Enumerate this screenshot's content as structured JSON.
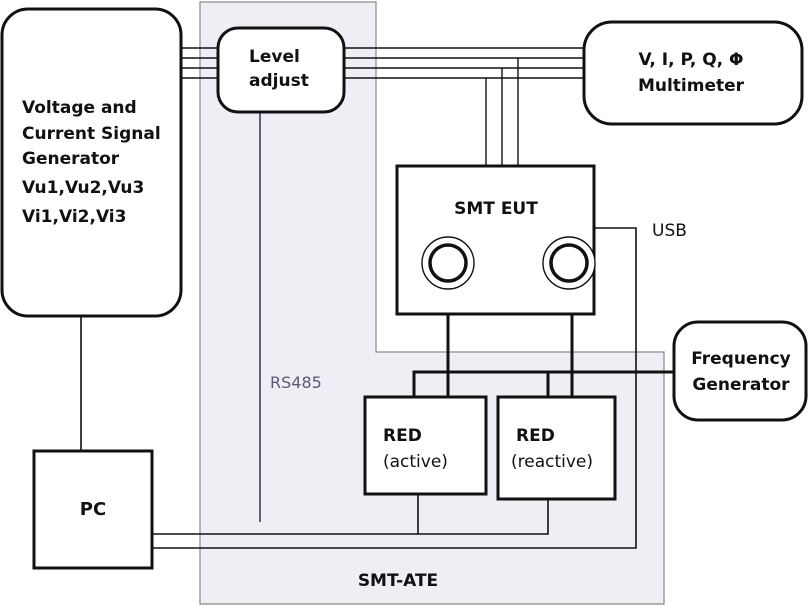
{
  "blocks": {
    "generator": {
      "line1": "Voltage and",
      "line2": "Current Signal",
      "line3": "Generator",
      "line4": "Vu1,Vu2,Vu3",
      "line5": "Vi1,Vi2,Vi3"
    },
    "level_adjust": {
      "line1": "Level",
      "line2": "adjust"
    },
    "multimeter": {
      "line1": "V, I, P, Q, Φ",
      "line2": "Multimeter"
    },
    "eut": {
      "label": "SMT EUT"
    },
    "frequency": {
      "line1": "Frequency",
      "line2": "Generator"
    },
    "red_active": {
      "line1": "RED",
      "line2": "(active)"
    },
    "red_reactive": {
      "line1": "RED",
      "line2": "(reactive)"
    },
    "pc": {
      "label": "PC"
    },
    "ate": {
      "label": "SMT-ATE"
    }
  },
  "connections": {
    "usb": "USB",
    "rs485": "RS485"
  },
  "colors": {
    "ate_fill": "#efeef4",
    "line": "#111111",
    "line_gray": "#7a7a7a",
    "rs485_line": "#60607a",
    "rs485_text": "#5a5a78"
  }
}
